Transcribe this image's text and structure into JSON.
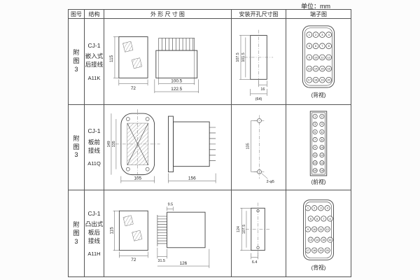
{
  "unit_label": "单位：mm",
  "headers": {
    "fig_no": "图号",
    "structure": "结构",
    "outline": "外 形 尺 寸 图",
    "mounting": "安装开孔尺寸图",
    "terminal": "端子图"
  },
  "rows": [
    {
      "fig_no": "附图3",
      "structure_lines": [
        "CJ-1",
        "嵌入式",
        "后接线",
        "A11K"
      ],
      "outline": {
        "dim_height": "115",
        "dim_width": "72",
        "dim_body": "100.5",
        "dim_total": "122.5"
      },
      "mounting": {
        "dim_outer": "107.5",
        "dim_inner": "101.5",
        "dim_offset": "16",
        "dim_width": "(64)"
      },
      "terminal": {
        "view_label": "(背视)",
        "pins": [
          "1",
          "2",
          "3",
          "4",
          "5",
          "6",
          "7",
          "8",
          "9",
          "10",
          "11",
          "12",
          "13",
          "14",
          "15",
          "16",
          "17",
          "18",
          "19",
          "20"
        ]
      }
    },
    {
      "fig_no": "附图3",
      "structure_lines": [
        "CJ-1",
        "板前",
        "接线",
        "A11Q"
      ],
      "outline": {
        "dim_outer": "149",
        "dim_inner": "135",
        "dim_width": "105",
        "dim_length": "156"
      },
      "mounting": {
        "dim_spacing": "135",
        "hole_label": "2-φ5"
      },
      "terminal": {
        "view_label": "(前视)",
        "pins": [
          "1",
          "2",
          "3",
          "4",
          "5",
          "6",
          "7",
          "8",
          "9",
          "10",
          "11",
          "12",
          "13",
          "14",
          "15",
          "16"
        ]
      }
    },
    {
      "fig_no": "附图3",
      "structure_lines": [
        "CJ-1",
        "凸出式",
        "板后",
        "接线",
        "A11H"
      ],
      "outline": {
        "dim_height": "115",
        "dim_width": "72",
        "dim_fin": "9.5",
        "dim_base": "31.5",
        "dim_length": "126"
      },
      "mounting": {
        "dim_outer": "124",
        "dim_inner": "107.5",
        "dim_offset": "6.4"
      },
      "terminal": {
        "view_label": "(背视)",
        "pins": [
          "1",
          "2",
          "3",
          "4",
          "5",
          "6",
          "7",
          "8",
          "9",
          "10",
          "11",
          "12",
          "13",
          "14",
          "15",
          "16",
          "17",
          "18",
          "19",
          "20"
        ]
      }
    }
  ]
}
